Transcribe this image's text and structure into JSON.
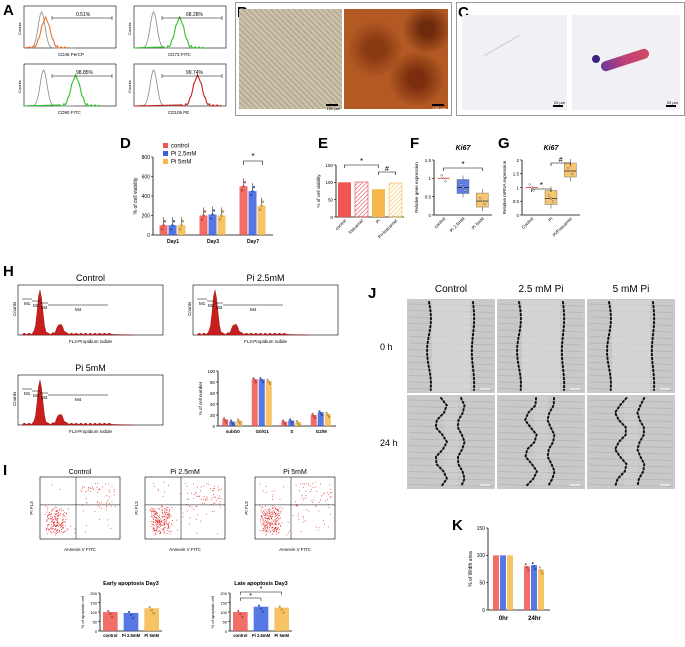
{
  "panel_labels": {
    "A": "A",
    "B": "B",
    "C": "C",
    "D": "D",
    "E": "E",
    "F": "F",
    "G": "G",
    "H": "H",
    "I": "I",
    "J": "J",
    "K": "K"
  },
  "colors": {
    "control": "#f0554f",
    "pi25": "#3a5fe0",
    "pi5": "#f6b84a",
    "histo_orange": "#e8742a",
    "histo_green": "#2fc02b",
    "histo_red": "#c81e1e",
    "purple": "#8a3fe0",
    "hatch": "#e54848"
  },
  "panelA": {
    "hists": [
      {
        "pct": "0.51%",
        "axis": "CD45 PerCP",
        "ylabel": "Counts"
      },
      {
        "pct": "68.28%",
        "axis": "CD73 FITC",
        "ylabel": "Counts"
      },
      {
        "pct": "98.85%",
        "axis": "CD90 FITC",
        "ylabel": "Counts"
      },
      {
        "pct": "99.74%",
        "axis": "CD105 PE",
        "ylabel": "Counts"
      }
    ]
  },
  "panelB": {
    "scale": [
      "100 µm",
      "100 µm"
    ]
  },
  "panelC": {
    "scale": [
      "20 µm",
      "20 µm"
    ]
  },
  "chart_data": [
    {
      "type": "bar",
      "id": "D",
      "ylabel": "% of  cell viability",
      "ylim": [
        0,
        800
      ],
      "yticks": [
        0,
        200,
        400,
        600,
        800
      ],
      "categories": [
        "Day1",
        "Day3",
        "Day7"
      ],
      "series": [
        {
          "name": "control",
          "values": [
            100,
            200,
            500
          ]
        },
        {
          "name": "Pi 2.5mM",
          "values": [
            100,
            210,
            450
          ]
        },
        {
          "name": "Pi 5mM",
          "values": [
            100,
            200,
            300
          ]
        }
      ],
      "sig": "*"
    },
    {
      "type": "bar",
      "id": "E",
      "ylabel": "% of  cell viability",
      "ylim": [
        0,
        150
      ],
      "yticks": [
        0,
        50,
        100,
        150
      ],
      "categories": [
        "control",
        "foscarnet",
        "Pi",
        "Pi+foscarnet"
      ],
      "values": [
        100,
        101,
        80,
        98
      ],
      "sig": [
        "*",
        "#"
      ]
    },
    {
      "type": "box",
      "id": "F",
      "title": "Ki67",
      "ylabel": "Relative gene expression",
      "ylim": [
        0,
        1.5
      ],
      "yticks": [
        0,
        0.5,
        1.0,
        1.5
      ],
      "categories": [
        "control",
        "Pi 2.5mM",
        "Pi 5mM"
      ],
      "values": [
        1.0,
        0.75,
        0.38
      ],
      "sig": "*"
    },
    {
      "type": "box",
      "id": "G",
      "title": "Ki67",
      "ylabel": "Relative mRNA expression",
      "ylim": [
        0,
        2.0
      ],
      "yticks": [
        0,
        0.5,
        1.0,
        1.5,
        2.0
      ],
      "categories": [
        "Control",
        "Pi",
        "Pi/Foscarnet"
      ],
      "values": [
        1.0,
        0.6,
        1.6
      ],
      "sig": [
        "*",
        "#"
      ]
    },
    {
      "type": "bar",
      "id": "H",
      "ylabel": "% of cell number",
      "ylim": [
        0,
        100
      ],
      "yticks": [
        0,
        20,
        40,
        60,
        80,
        100
      ],
      "categories": [
        "subG0",
        "G0/G1",
        "S",
        "G2/M"
      ],
      "series": [
        {
          "name": "control",
          "values": [
            12,
            85,
            8,
            20
          ]
        },
        {
          "name": "Pi 2.5mM",
          "values": [
            8,
            85,
            10,
            25
          ]
        },
        {
          "name": "Pi 5mM",
          "values": [
            10,
            82,
            7,
            22
          ]
        }
      ]
    },
    {
      "type": "bar",
      "id": "I-early",
      "title": "Early apoptosis Day3",
      "ylabel": "% of apoptotic cell",
      "ylim": [
        0,
        200
      ],
      "yticks": [
        0,
        50,
        100,
        150,
        200
      ],
      "categories": [
        "control",
        "Pi 2.5mM",
        "Pi 5mM"
      ],
      "values": [
        100,
        95,
        120
      ]
    },
    {
      "type": "bar",
      "id": "I-late",
      "title": "Late apoptosis Day3",
      "ylabel": "% of apoptotic cell",
      "ylim": [
        0,
        200
      ],
      "yticks": [
        0,
        50,
        100,
        150,
        200
      ],
      "categories": [
        "control",
        "Pi 2.5mM",
        "Pi 5mM"
      ],
      "values": [
        100,
        128,
        123
      ],
      "sig": [
        "*",
        "*"
      ]
    },
    {
      "type": "bar",
      "id": "K",
      "ylabel": "% of Width area",
      "ylim": [
        0,
        150
      ],
      "yticks": [
        0,
        50,
        100,
        150
      ],
      "categories": [
        "0hr",
        "24hr"
      ],
      "series": [
        {
          "name": "control",
          "values": [
            100,
            80
          ]
        },
        {
          "name": "Pi 2.5mM",
          "values": [
            100,
            82
          ]
        },
        {
          "name": "Pi 5mM",
          "values": [
            100,
            74
          ]
        }
      ]
    }
  ],
  "panelH": {
    "flows": [
      {
        "title": "Control",
        "xlabel": "FL3-Propidium Iodide",
        "ylabel": "Counts"
      },
      {
        "title": "Pi 2.5mM",
        "xlabel": "FL3-Propidium Iodide",
        "ylabel": "Counts"
      },
      {
        "title": "Pi 5mM",
        "xlabel": "FL3-Propidium Iodide",
        "ylabel": "Counts"
      }
    ],
    "markers": [
      "M1",
      "M2",
      "M3",
      "M4"
    ]
  },
  "panelI": {
    "plots": [
      {
        "title": "Control",
        "xlabel": "Annexin V FITC",
        "ylabel": "PI FL3"
      },
      {
        "title": "Pi 2.5mM",
        "xlabel": "Annexin V FITC",
        "ylabel": "PI FL3"
      },
      {
        "title": "Pi 5mM",
        "xlabel": "Annexin V FITC",
        "ylabel": "PI FL3"
      }
    ]
  },
  "panelJ": {
    "cols": [
      "Control",
      "2.5 mM Pi",
      "5 mM Pi"
    ],
    "rows": [
      "0 h",
      "24 h"
    ]
  }
}
